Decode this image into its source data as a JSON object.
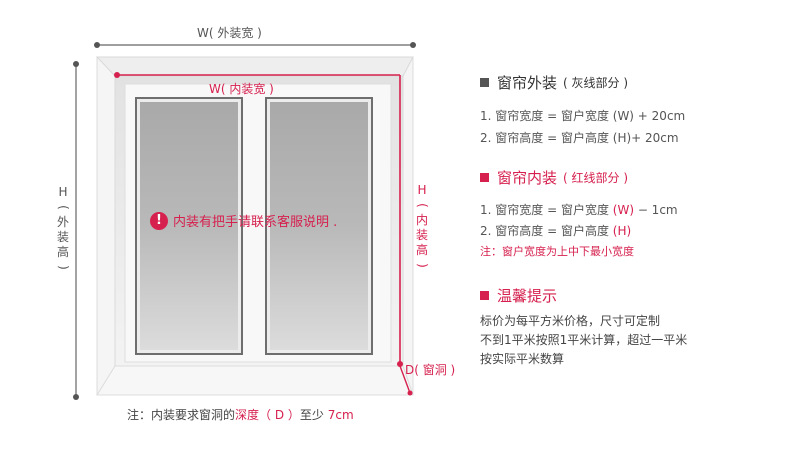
{
  "diagram": {
    "outer_width_label": "W( 外装宽 )",
    "inner_width_label": "W( 内装宽 )",
    "outer_height_chars": [
      "H",
      "(",
      "外",
      "装",
      "高",
      ")"
    ],
    "inner_height_chars": [
      "H",
      "(",
      "内",
      "装",
      "高",
      ")"
    ],
    "depth_label": "D( 窗洞 )",
    "warning_icon": "!",
    "warning_text": "内装有把手请联系客服说明 .",
    "note_prefix": "注：内装要求窗洞的",
    "note_highlight": "深度（ D ）",
    "note_mid": "至少",
    "note_value": "7cm",
    "colors": {
      "red": "#d6204e",
      "gray": "#666666"
    }
  },
  "outer": {
    "title": "窗帘外装",
    "subtitle": "( 灰线部分 )",
    "line1": "1. 窗帘宽度 = 窗户宽度 (W) + 20cm",
    "line2": "2. 窗帘高度 = 窗户高度 (H)+ 20cm"
  },
  "inner": {
    "title": "窗帘内装",
    "subtitle": "( 红线部分 )",
    "line1_prefix": "1. 窗帘宽度 = 窗户宽度 ",
    "line1_var": "(W)",
    "line1_suffix": " − 1cm",
    "line2_prefix": "2. 窗帘高度 = 窗户高度 ",
    "line2_var": "(H)",
    "note": "注：窗户宽度为上中下最小宽度"
  },
  "tips": {
    "title": "温馨提示",
    "line1": "标价为每平方米价格，尺寸可定制",
    "line2": "不到1平米按照1平米计算，超过一平米",
    "line3": "按实际平米数算"
  }
}
